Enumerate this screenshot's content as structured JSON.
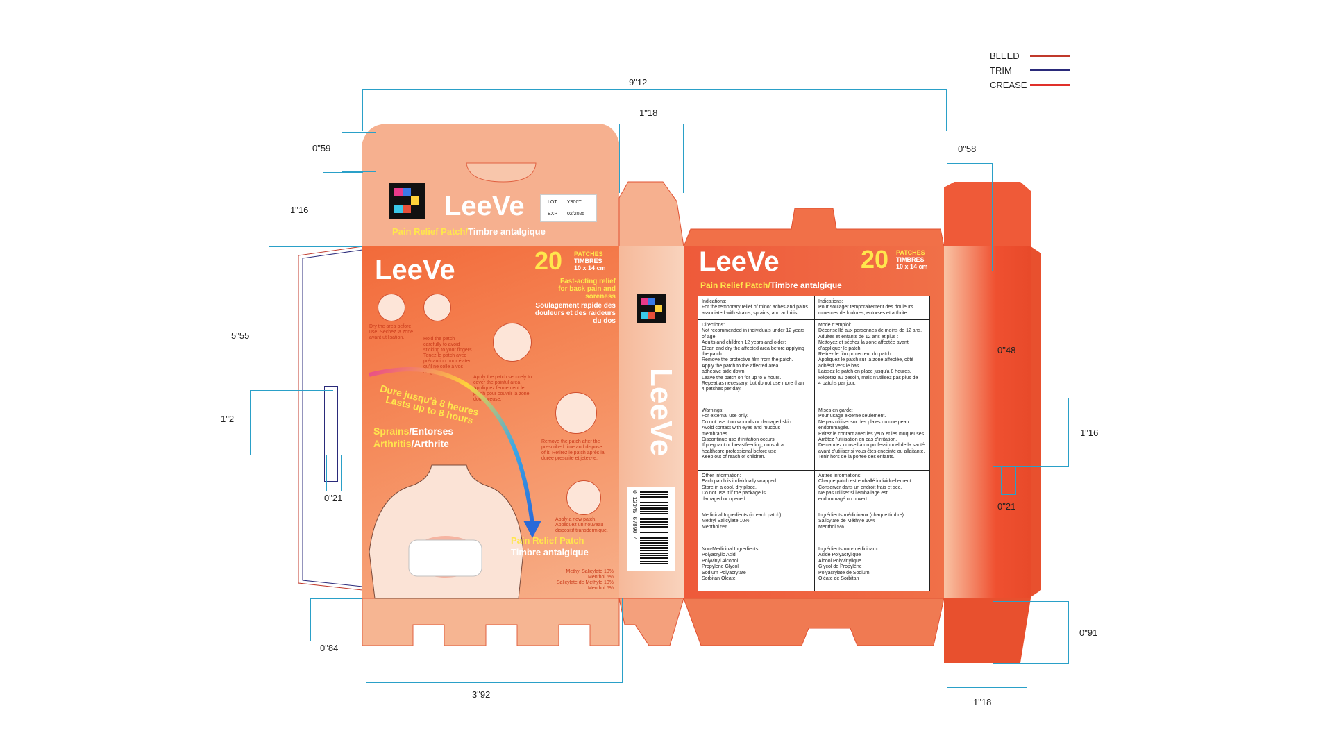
{
  "legend": {
    "bleed": "BLEED",
    "trim": "TRIM",
    "crease": "CREASE",
    "colors": {
      "bleed": "#c0392b",
      "trim": "#2a2a7a",
      "crease": "#e0302a"
    }
  },
  "dimensions": {
    "total_width": "9\"12",
    "top_flap_width": "1\"18",
    "top_left_depth": "0\"59",
    "top_right_depth": "0\"58",
    "lid_depth": "1\"16",
    "height": "5\"55",
    "side_tab": "1\"2",
    "side_tab_width": "0\"21",
    "bottom_depth": "0\"84",
    "front_width": "3\"92",
    "right_tab_height": "0\"48",
    "right_lid": "1\"16",
    "right_tab_width": "0\"21",
    "bottom_right_depth": "0\"91",
    "bottom_right_width": "1\"18"
  },
  "lid": {
    "brand": "LeeVe",
    "title_en": "Pain Relief Patch/",
    "title_fr": "Timbre antalgique",
    "lot_label": "LOT",
    "lot_value": "Y300T",
    "exp_label": "EXP",
    "exp_value": "02/2025"
  },
  "front": {
    "brand": "LeeVe",
    "count": "20",
    "patches": "PATCHES",
    "timbres": "TIMBRES",
    "size": "10 x 14 cm",
    "claim_en": "Fast-acting relief for back pain and soreness",
    "claim_fr": "Soulagement rapide des douleurs et des raideurs du dos",
    "steps": [
      "Dry the area before use. Séchez la zone avant utilisation.",
      "Hold the patch carefully to avoid sticking to your fingers. Tenez le patch avec précaution pour éviter qu'il ne colle à vos doigts.",
      "Apply the patch securely to cover the painful area. Appliquez fermement le patch pour couvrir la zone douloureuse.",
      "Remove the patch after the prescribed time and dispose of it. Retirez le patch après la durée prescrite et jetez-le.",
      "Apply a new patch. Appliquez un nouveau dispositif transdermique."
    ],
    "duration_fr": "Dure jusqu'à 8 heures",
    "duration_en": "Lasts up to 8 hours",
    "use1_en": "Sprains",
    "use1_fr": "/Entorses",
    "use2_en": "Arthritis",
    "use2_fr": "/Arthrite",
    "product_en": "Pain Relief Patch",
    "product_fr": "Timbre antalgique",
    "ingredients": [
      "Methyl Salicylate 10%",
      "Menthol 5%",
      "Salicylate de Méthyle 10%",
      "Menthol 5%"
    ]
  },
  "side": {
    "brand": "LeeVe",
    "barcode": "0 12345 67890 4"
  },
  "back": {
    "brand": "LeeVe",
    "count": "20",
    "patches": "PATCHES",
    "timbres": "TIMBRES",
    "size": "10 x 14 cm",
    "title_en": "Pain Relief Patch/",
    "title_fr": "Timbre antalgique",
    "sections": [
      {
        "en": [
          "Indications:",
          "For the temporary relief of minor aches and pains",
          "associated with strains, sprains, and arthritis."
        ],
        "fr": [
          "Indications:",
          "Pour soulager temporairement des douleurs",
          "mineures de foulures, entorses et arthrite."
        ]
      },
      {
        "en": [
          "Directions:",
          "Not recommended in individuals under 12 years",
          "of age.",
          "Adults and children 12 years and older:",
          "Clean and dry the affected area before applying",
          "the patch.",
          "Remove the protective film from the patch.",
          "Apply the patch to the affected area,",
          "adhesive side down.",
          "Leave the patch on for up to 8 hours.",
          "Repeat as necessary, but do not use more than",
          "4 patches per day."
        ],
        "fr": [
          "Mode d'emploi:",
          "Déconseillé aux personnes de moins de 12 ans.",
          "Adultes et enfants de 12 ans et plus :",
          "Nettoyez et séchez la zone affectée avant",
          "d'appliquer le patch.",
          "Retirez le film protecteur du patch.",
          "Appliquez le patch sur la zone affectée, côté",
          "adhésif vers le bas.",
          "Laissez le patch en place jusqu'à 8 heures.",
          "Répétez au besoin, mais n'utilisez pas plus de",
          "4 patchs par jour."
        ]
      },
      {
        "en": [
          "Warnings:",
          "For external use only.",
          "Do not use it on wounds or damaged skin.",
          "Avoid contact with eyes and mucous",
          "membranes.",
          "Discontinue use if irritation occurs.",
          "If pregnant or breastfeeding, consult a",
          "healthcare professional before use.",
          "Keep out of reach of children."
        ],
        "fr": [
          "Mises en garde:",
          "Pour usage externe seulement.",
          "Ne pas utiliser sur des plaies ou une peau",
          "endommagée.",
          "Évitez le contact avec les yeux et les muqueuses.",
          "Arrêtez l'utilisation en cas d'irritation.",
          "Demandez conseil à un professionnel de la santé",
          "avant d'utiliser si vous êtes enceinte ou allaitante.",
          "Tenir hors de la portée des enfants."
        ]
      },
      {
        "en": [
          "Other Information:",
          "Each patch is individually wrapped.",
          "Store in a cool, dry place.",
          "Do not use it if the package is",
          "damaged or opened."
        ],
        "fr": [
          "Autres informations:",
          "Chaque patch est emballé individuellement.",
          "Conserver dans un endroit frais et sec.",
          "Ne pas utiliser si l'emballage est",
          "endommagé ou ouvert."
        ]
      },
      {
        "en": [
          "Medicinal Ingredients (in each patch):",
          "Methyl Salicylate 10%",
          "Menthol 5%"
        ],
        "fr": [
          "Ingrédients médicinaux (chaque timbre):",
          "Salicylate de Méthyle 10%",
          "Menthol 5%"
        ]
      },
      {
        "en": [
          "Non-Medicinal Ingredients:",
          "Polyacrylic Acid",
          "Polyvinyl Alcohol",
          "Propylene Glycol",
          "Sodium Polyacrylate",
          "Sorbitan Oleate"
        ],
        "fr": [
          "Ingrédients non-médicinaux:",
          "Acide Polyacrylique",
          "Alcool Polyvinylique",
          "Glycol de Propylène",
          "Polyacrylate de Sodium",
          "Oléate de Sorbitan"
        ]
      }
    ]
  }
}
